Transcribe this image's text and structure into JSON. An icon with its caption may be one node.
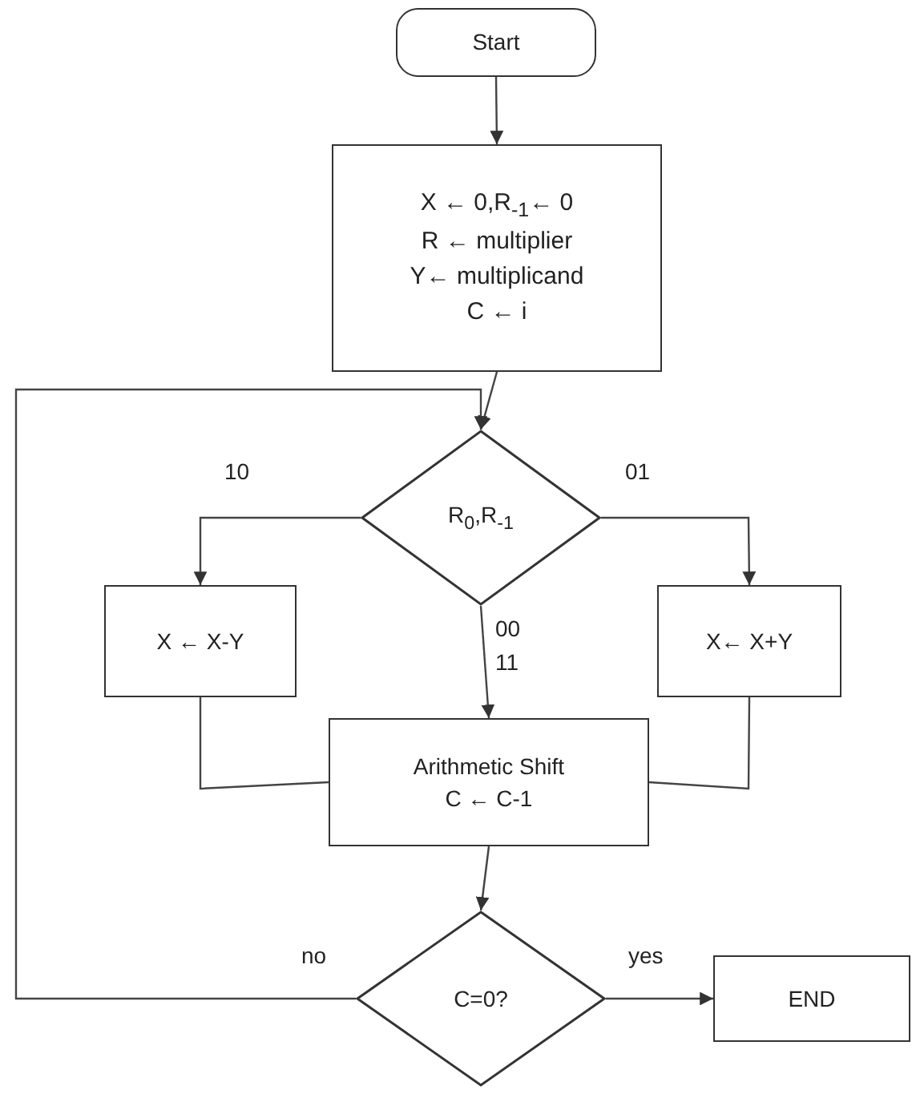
{
  "diagram": {
    "nodes": [
      {
        "text": [
          "Start"
        ]
      },
      {
        "text": [
          "X ← 0,R$_{-1}$← 0",
          "R ← multiplier",
          "Y← multiplicand",
          "C ← i"
        ]
      },
      {
        "text": [
          "R$_{0}$,R$_{-1}$"
        ]
      },
      {
        "text": [
          "X ← X-Y"
        ]
      },
      {
        "text": [
          "X← X+Y"
        ]
      },
      {
        "text": [
          "Arithmetic Shift",
          "C ← C-1"
        ]
      },
      {
        "text": [
          "C=0?"
        ]
      },
      {
        "text": [
          "END"
        ]
      }
    ],
    "edges": [
      {
        "from": 0,
        "to": 1,
        "arrow": "to"
      },
      {
        "from": 1,
        "to": 2,
        "arrow": "to"
      },
      {
        "from": 2,
        "to": 3,
        "arrow": "to",
        "label": "10"
      },
      {
        "from": 2,
        "to": 4,
        "arrow": "to",
        "label": "01"
      },
      {
        "from": 2,
        "to": 5,
        "arrow": "to",
        "label": "00 11"
      },
      {
        "from": 3,
        "to": 5,
        "arrow": "none"
      },
      {
        "from": 4,
        "to": 5,
        "arrow": "none"
      },
      {
        "from": 6,
        "to": 2,
        "arrow": "to",
        "label": "no"
      },
      {
        "from": 5,
        "to": 6,
        "arrow": "to"
      },
      {
        "from": 6,
        "to": 7,
        "arrow": "to",
        "label": "yes"
      }
    ]
  }
}
